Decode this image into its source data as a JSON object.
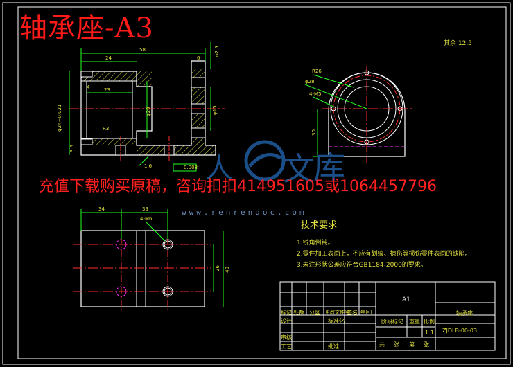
{
  "title": "轴承座-A3",
  "watermark": "充值下载购买原稿，咨询扣扣414951605或1064457796",
  "site": "www.renrendoc.com",
  "logo_chars": [
    "人",
    "文",
    "库"
  ],
  "surface_note": "其余 12.5",
  "tech": {
    "title": "技术要求",
    "items": [
      "1.锐角倒钝。",
      "2.零件加工表面上，不应有划痕、擦伤等损伤零件表面的缺陷。",
      "3.未注形状公差应符合GB1184-2000的要求。"
    ]
  },
  "dims": {
    "top_width": "58",
    "d1": "24",
    "d2": "23",
    "d3": "4",
    "d4": "6",
    "phi_small": "φ2.5",
    "phi_24": "φ24+0.021",
    "phi_20": "φ20",
    "phi_15": "φ15",
    "r3": "R3",
    "h": "3.5",
    "ra": "1.6",
    "geo_tol": "0.008",
    "side_phi": "φ28",
    "side_r": "R26",
    "side_holes": "4-M5",
    "side_h": "30",
    "plan_w1": "34",
    "plan_w2": "39",
    "plan_holes": "4-M6",
    "plan_h1": "26",
    "plan_h2": "40"
  },
  "titleblock": {
    "material": "A1",
    "name": "轴承座",
    "code": "ZJDLB-00-03",
    "scale": "1:1",
    "labels": {
      "mark": "标记",
      "count": "处数",
      "zone": "分区",
      "doc": "更改文件号",
      "sign": "签名",
      "date": "年月日",
      "design": "设计",
      "std": "标准化",
      "stage": "阶段标记",
      "weight": "重量",
      "ratio": "比例",
      "check": "审核",
      "craft": "工艺",
      "approve": "批准",
      "total": "共",
      "sheet": "张",
      "page": "第",
      "sheet2": "张"
    }
  },
  "colors": {
    "frame": "#ffffff",
    "line": "#ffffff",
    "dim": "#22ff22",
    "hatch": "#e0e040",
    "center": "#ff2b2b",
    "hidden": "#ff2bff",
    "text": "#e0e040"
  }
}
